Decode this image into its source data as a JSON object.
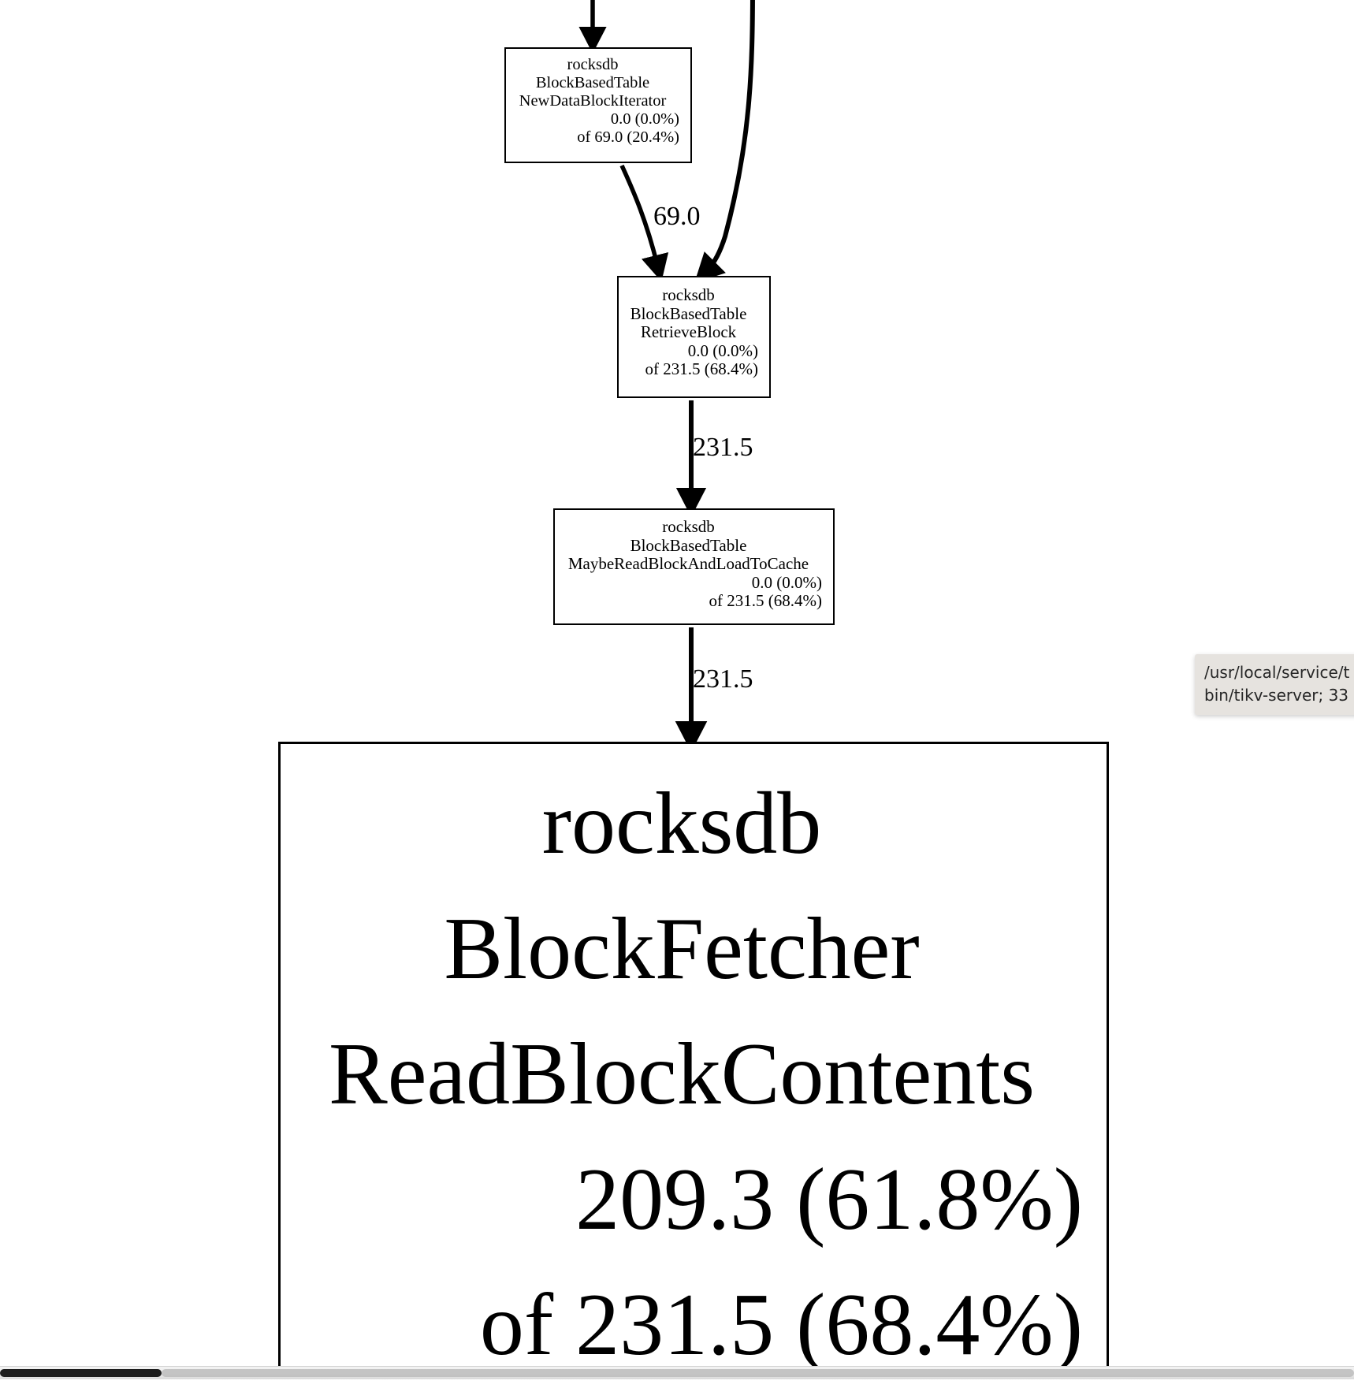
{
  "graph": {
    "type": "call-graph",
    "nodes": [
      {
        "id": "new-data-block-iterator",
        "pkg": "rocksdb",
        "class": "BlockBasedTable",
        "func": "NewDataBlockIterator",
        "flat": "0.0 (0.0%)",
        "cum": "of 69.0 (20.4%)"
      },
      {
        "id": "retrieve-block",
        "pkg": "rocksdb",
        "class": "BlockBasedTable",
        "func": "RetrieveBlock",
        "flat": "0.0 (0.0%)",
        "cum": "of 231.5 (68.4%)"
      },
      {
        "id": "maybe-read-block-and-load-to-cache",
        "pkg": "rocksdb",
        "class": "BlockBasedTable",
        "func": "MaybeReadBlockAndLoadToCache",
        "flat": "0.0 (0.0%)",
        "cum": "of 231.5 (68.4%)"
      },
      {
        "id": "block-fetcher-read-block-contents",
        "pkg": "rocksdb",
        "class": "BlockFetcher",
        "func": "ReadBlockContents",
        "flat": "209.3 (61.8%)",
        "cum": "of 231.5 (68.4%)"
      }
    ],
    "edges": [
      {
        "id": "edge-a",
        "from": "new-data-block-iterator",
        "to": "retrieve-block",
        "label": "69.0"
      },
      {
        "id": "edge-b",
        "from": "retrieve-block",
        "to": "maybe-read-block-and-load-to-cache",
        "label": "231.5"
      },
      {
        "id": "edge-c",
        "from": "maybe-read-block-and-load-to-cache",
        "to": "block-fetcher-read-block-contents",
        "label": "231.5"
      },
      {
        "id": "edge-incoming-top",
        "from": "",
        "to": "new-data-block-iterator",
        "label": ""
      },
      {
        "id": "edge-incoming-curved",
        "from": "",
        "to": "retrieve-block",
        "label": ""
      }
    ]
  },
  "tooltip": {
    "line1": "/usr/local/service/t",
    "line2": "bin/tikv-server; 33"
  },
  "colors": {
    "node_border": "#000000",
    "node_fill": "#ffffff",
    "edge": "#000000",
    "tooltip_bg": "#e6e3df",
    "tooltip_text": "#262626",
    "scrollbar_thumb": "#1d1d1d"
  }
}
